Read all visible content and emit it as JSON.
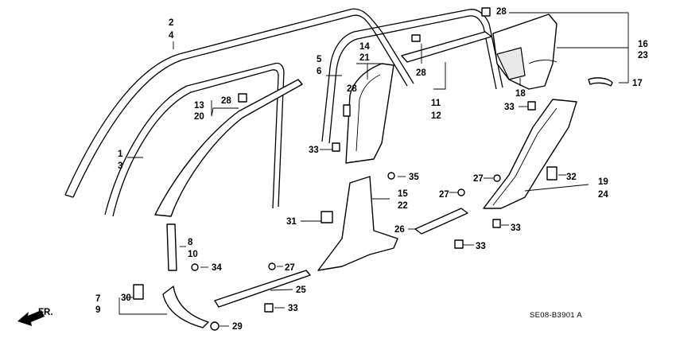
{
  "callouts": {
    "c2": "2",
    "c4": "4",
    "c5": "5",
    "c6": "6",
    "c14": "14",
    "c21": "21",
    "c28a": "28",
    "c28b": "28",
    "c28c": "28",
    "c28d": "28",
    "c16": "16",
    "c23": "23",
    "c17": "17",
    "c18": "18",
    "c13": "13",
    "c20": "20",
    "c11": "11",
    "c12": "12",
    "c1": "1",
    "c3": "3",
    "c33a": "33",
    "c33b": "33",
    "c33c": "33",
    "c33d": "33",
    "c33e": "33",
    "c35": "35",
    "c15": "15",
    "c22": "22",
    "c27a": "27",
    "c27b": "27",
    "c27c": "27",
    "c19": "19",
    "c24": "24",
    "c32": "32",
    "c31": "31",
    "c26": "26",
    "c8": "8",
    "c10": "10",
    "c34": "34",
    "c25": "25",
    "c7": "7",
    "c9": "9",
    "c30": "30",
    "c29": "29"
  },
  "direction_label": "FR.",
  "diagram_code": "SE08-B3901 A"
}
